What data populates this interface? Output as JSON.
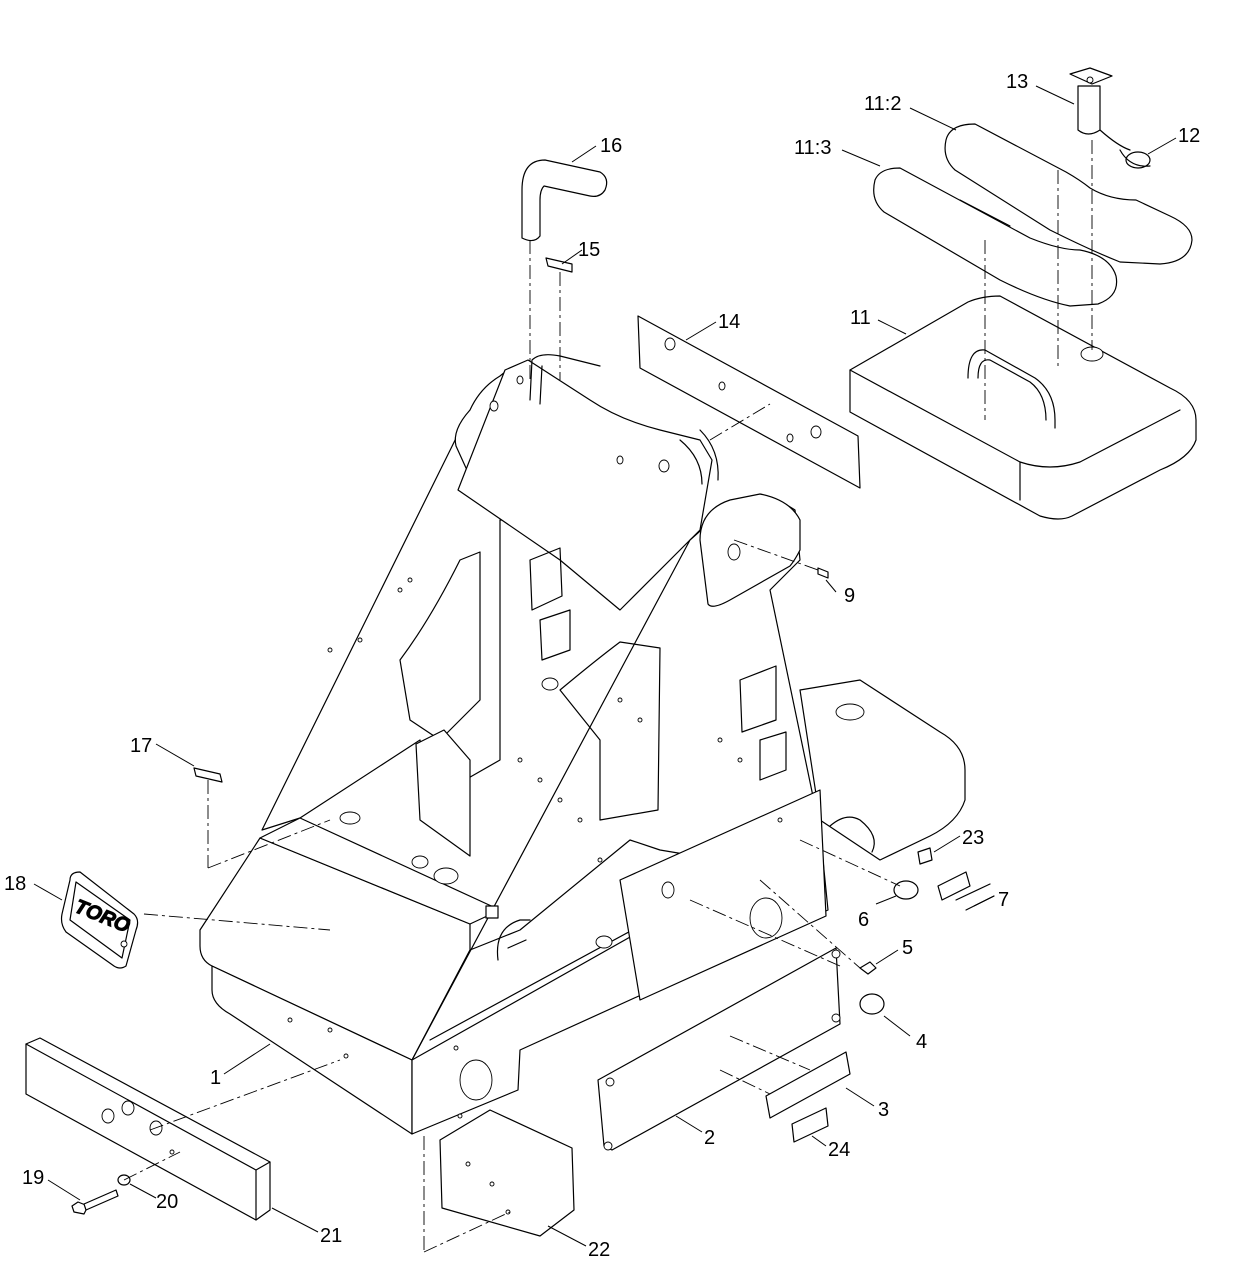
{
  "callouts": [
    "1",
    "2",
    "3",
    "4",
    "5",
    "6",
    "7",
    "9",
    "11",
    "11:2",
    "11:3",
    "12",
    "13",
    "14",
    "15",
    "16",
    "17",
    "18",
    "19",
    "20",
    "21",
    "22",
    "23",
    "24"
  ],
  "decal": {
    "logo_text": "TORO"
  }
}
